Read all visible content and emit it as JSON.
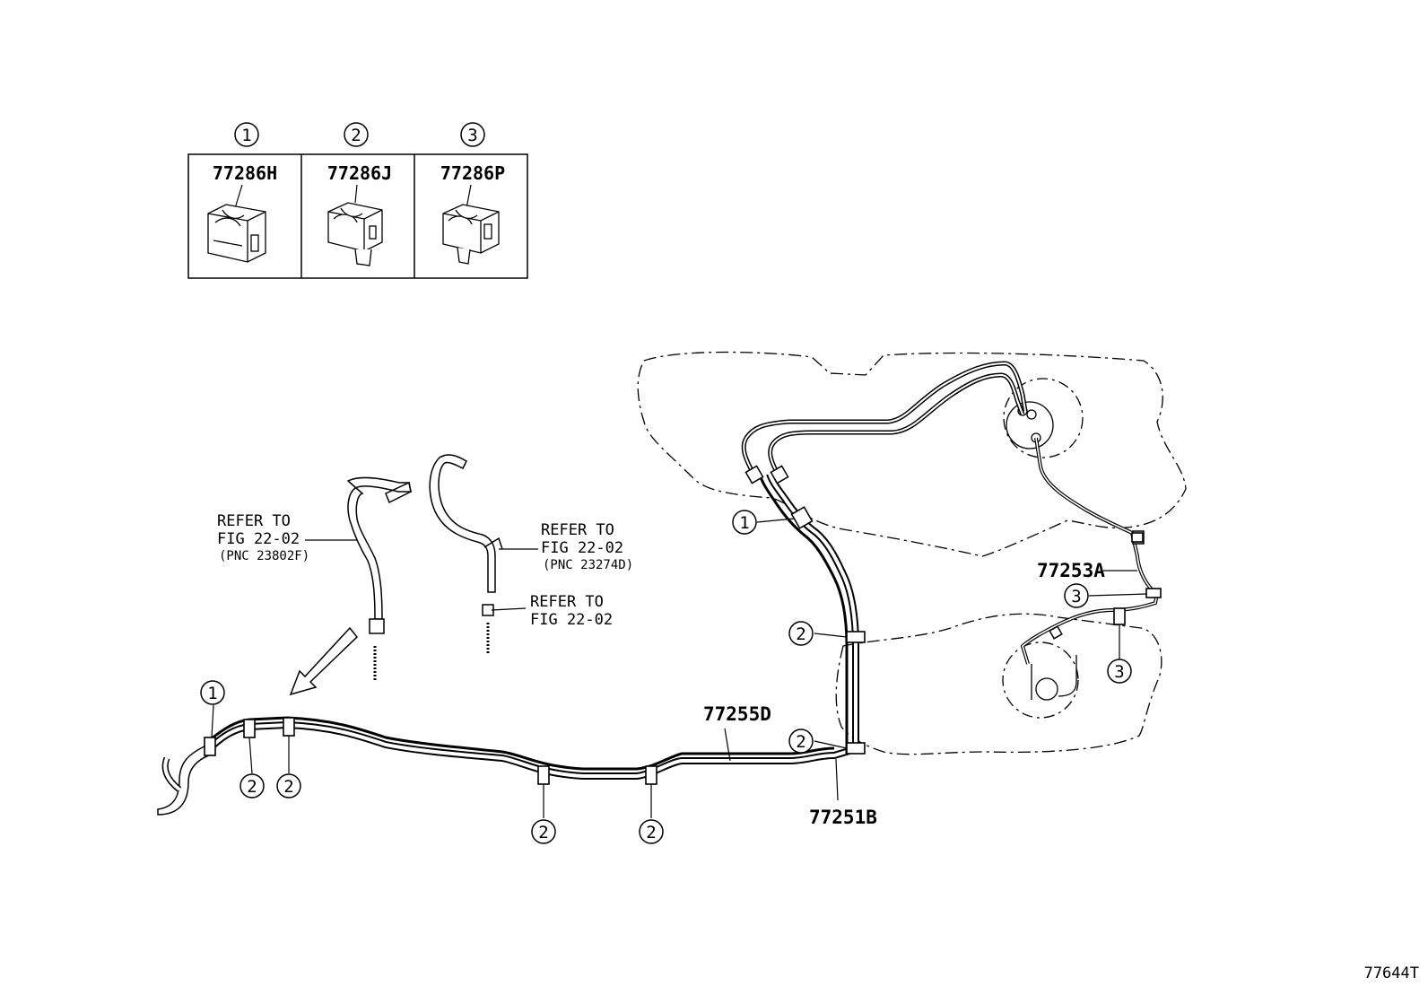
{
  "legend": {
    "items": [
      {
        "ref": "1",
        "part": "77286H"
      },
      {
        "ref": "2",
        "part": "77286J"
      },
      {
        "ref": "3",
        "part": "77286P"
      }
    ]
  },
  "parts": {
    "p77255D": "77255D",
    "p77251B": "77251B",
    "p77253A": "77253A"
  },
  "notes": {
    "note1": {
      "line1": "REFER TO",
      "line2": "FIG 22-02",
      "line3": "(PNC 23802F)"
    },
    "note2": {
      "line1": "REFER TO",
      "line2": "FIG 22-02",
      "line3": "(PNC 23274D)"
    },
    "note3": {
      "line1": "REFER TO",
      "line2": "FIG 22-02"
    }
  },
  "callouts": [
    {
      "id": "c1",
      "ref": "1"
    },
    {
      "id": "c2",
      "ref": "1"
    },
    {
      "id": "c3",
      "ref": "2"
    },
    {
      "id": "c4",
      "ref": "2"
    },
    {
      "id": "c5",
      "ref": "2"
    },
    {
      "id": "c6",
      "ref": "2"
    },
    {
      "id": "c7",
      "ref": "2"
    },
    {
      "id": "c8",
      "ref": "2"
    },
    {
      "id": "c9",
      "ref": "3"
    },
    {
      "id": "c10",
      "ref": "3"
    }
  ],
  "figure_id": "77644T"
}
